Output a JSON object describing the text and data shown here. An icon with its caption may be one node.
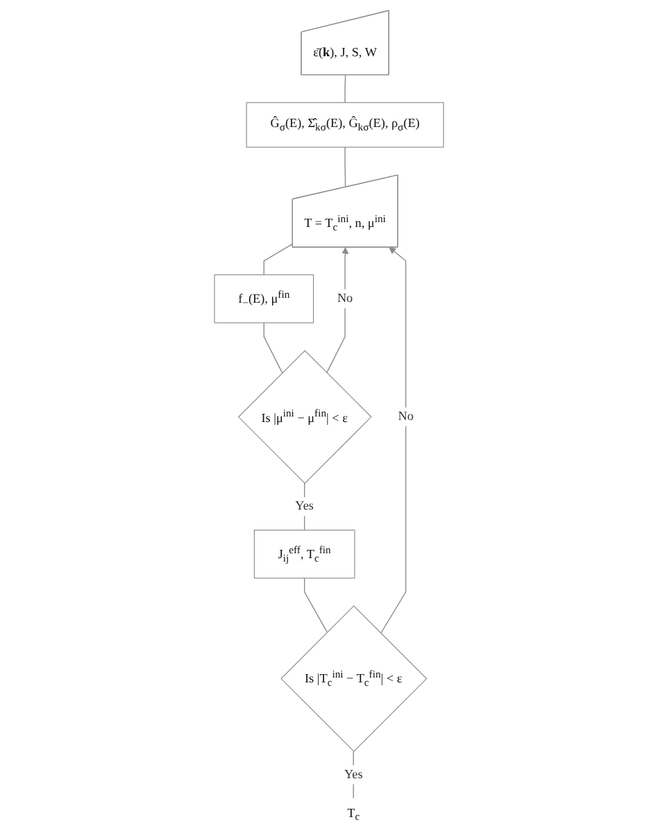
{
  "diagram": {
    "nodes": [
      {
        "text": [
          "ε̄(**k**), J, S, W"
        ]
      },
      {
        "text": [
          "Ĝ$_{σ}$(E), Σ̂$_{kσ}$(E), Ĝ$_{kσ}$(E), ρ$_{σ}$(E)"
        ]
      },
      {
        "text": [
          "T = T$_{c}$$^{ini}$, n, μ$^{ini}$"
        ]
      },
      {
        "text": [
          "f$_{−}$(E), μ$^{fin}$"
        ]
      },
      {
        "text": [
          "Is |μ$^{ini}$ − μ$^{fin}$| < ε"
        ]
      },
      {
        "text": [
          "J$_{ij}$$^{eff}$, T$_{c}$$^{fin}$"
        ]
      },
      {
        "text": [
          "Is |T$_{c}$$^{ini}$ − T$_{c}$$^{fin}$| < ε"
        ]
      },
      {
        "text": [
          "T$_{c}$"
        ]
      }
    ],
    "edges": [
      {
        "from": 0,
        "to": 1,
        "arrow": "none"
      },
      {
        "from": 1,
        "to": 2,
        "arrow": "none"
      },
      {
        "from": 2,
        "to": 3,
        "arrow": "none"
      },
      {
        "from": 3,
        "to": 4,
        "arrow": "none"
      },
      {
        "from": 4,
        "to": 5,
        "arrow": "none",
        "label": "Yes"
      },
      {
        "from": 4,
        "to": 2,
        "arrow": "to",
        "label": "No"
      },
      {
        "from": 5,
        "to": 6,
        "arrow": "none"
      },
      {
        "from": 6,
        "to": 7,
        "arrow": "none",
        "label": "Yes"
      },
      {
        "from": 6,
        "to": 2,
        "arrow": "to",
        "label": "No"
      }
    ]
  }
}
